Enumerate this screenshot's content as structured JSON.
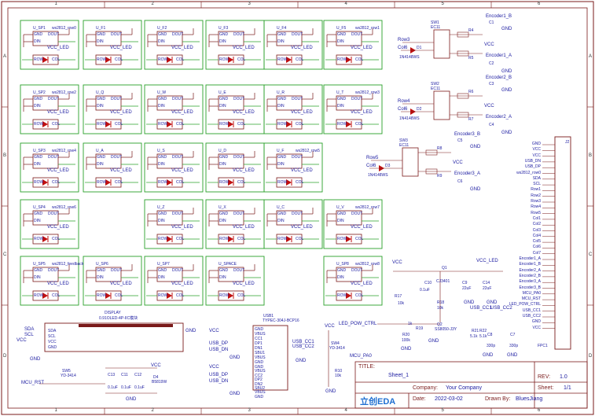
{
  "frame": {
    "columns": [
      "1",
      "2",
      "3",
      "4",
      "5",
      "6"
    ],
    "rows": [
      "A",
      "B",
      "C",
      "D"
    ]
  },
  "keys": [
    {
      "ref": "U_SP1",
      "net": "ws2812_row0"
    },
    {
      "ref": "U_F1",
      "net": ""
    },
    {
      "ref": "U_F2",
      "net": ""
    },
    {
      "ref": "U_F3",
      "net": ""
    },
    {
      "ref": "U_F4",
      "net": ""
    },
    {
      "ref": "U_F5",
      "net": "ws2812_row1"
    },
    {
      "ref": "U_SP2",
      "net": "ws2812_row2"
    },
    {
      "ref": "U_Q",
      "net": ""
    },
    {
      "ref": "U_W",
      "net": ""
    },
    {
      "ref": "U_E",
      "net": ""
    },
    {
      "ref": "U_R",
      "net": ""
    },
    {
      "ref": "U_T",
      "net": "ws2812_row3"
    },
    {
      "ref": "U_SP3",
      "net": "ws2812_row4"
    },
    {
      "ref": "U_A",
      "net": ""
    },
    {
      "ref": "U_S",
      "net": ""
    },
    {
      "ref": "U_D",
      "net": ""
    },
    {
      "ref": "U_F",
      "net": "ws2812_row5"
    },
    {
      "ref": "U_SP4",
      "net": "ws2812_row6"
    },
    {
      "ref": "U_Z",
      "net": ""
    },
    {
      "ref": "U_X",
      "net": ""
    },
    {
      "ref": "U_C",
      "net": ""
    },
    {
      "ref": "U_V",
      "net": "ws2812_row7"
    },
    {
      "ref": "U_SP5",
      "net": "ws2812_feedback"
    },
    {
      "ref": "U_SP6",
      "net": ""
    },
    {
      "ref": "U_SP7",
      "net": ""
    },
    {
      "ref": "U_SPACE",
      "net": ""
    },
    {
      "ref": "U_SP8",
      "net": "ws2812_row8"
    }
  ],
  "key_pins": {
    "gnd": "GND",
    "dout": "DOUT",
    "din": "DIN",
    "vcc": "VCC_LED",
    "row": "ROW",
    "col": "COL"
  },
  "encoders": [
    {
      "ref": "SW1",
      "part": "EC11",
      "diode": "D1",
      "row": "Row3",
      "col": "Col6",
      "a": "Encoder1_A",
      "b": "Encoder1_B",
      "r": [
        "R4",
        "R5"
      ],
      "c": [
        "C1",
        "C2"
      ]
    },
    {
      "ref": "SW2",
      "part": "EC11",
      "diode": "D2",
      "row": "Row4",
      "col": "Col6",
      "a": "Encoder2_A",
      "b": "Encoder2_B",
      "r": [
        "R6",
        "R7"
      ],
      "c": [
        "C3",
        "C4"
      ]
    },
    {
      "ref": "SW3",
      "part": "EC11",
      "diode": "D3",
      "row": "Row5",
      "col": "Col6",
      "a": "Encoder3_A",
      "b": "Encoder3_B",
      "r": [
        "R8",
        "R9"
      ],
      "c": [
        "C5",
        "C6"
      ]
    }
  ],
  "diode_part": "1N4148WS",
  "header": {
    "ref": "J2",
    "ref2": "FPC1",
    "pins": [
      "GND",
      "VCC",
      "VCC",
      "USB_DN",
      "USB_DP",
      "ws2812_row0",
      "SDA",
      "SCL",
      "Row1",
      "Row2",
      "Row3",
      "Row4",
      "Row5",
      "Col1",
      "Col2",
      "Col3",
      "Col4",
      "Col5",
      "Col6",
      "Col7",
      "Encoder1_A",
      "Encoder1_B",
      "Encoder2_A",
      "Encoder2_B",
      "Encoder3_A",
      "Encoder3_B",
      "MCU_PA0",
      "MCU_RST",
      "LED_POW_CTRL",
      "USB_CC1",
      "USB_CC2",
      "GND",
      "VCC"
    ]
  },
  "display": {
    "title": "DISPLAY",
    "part": "0.91OLED-4P-IIC模块",
    "pins": [
      "SDA",
      "SCL",
      "VCC",
      "GND"
    ]
  },
  "usb": {
    "ref": "USB1",
    "part": "TYPEC-304J-BCP16",
    "pins_a": [
      "GND",
      "VBUS",
      "CC1",
      "DP1",
      "DN1",
      "SBU1",
      "VBUS",
      "GND"
    ],
    "pins_b": [
      "GND",
      "VBUS",
      "CC2",
      "DP2",
      "DN2",
      "SBU2",
      "VBUS",
      "GND"
    ],
    "nets": [
      "USB_DP",
      "USB_DN",
      "USB_DP",
      "USB_DN",
      "USB_CC1",
      "USB_CC2"
    ]
  },
  "power": {
    "q1": "Q1",
    "q1_part": "CJ3401",
    "q2": "Q2",
    "q2_part": "SS8050-J3Y",
    "r17": "R17",
    "r17_val": "10k",
    "r18": "R18",
    "r18_val": "10k",
    "r19": "R19",
    "r19_val": "1k",
    "c10": "C10",
    "c10_val": "0.1uF",
    "c9": "C9",
    "c9_val": "22uF",
    "c14": "C14",
    "c14_val": "22uF",
    "ctrl": "LED_POW_CTRL",
    "vcc": "VCC",
    "vcc_led": "VCC_LED"
  },
  "reset": {
    "ref": "SW5",
    "part": "YD-3414",
    "net": "MCU_RST"
  },
  "boot": {
    "ref": "SW4",
    "part": "YD-3414",
    "net": "MCU_PA0",
    "r": "R10",
    "r_val": "10k",
    "r20": "R20",
    "r20_val": "100k"
  },
  "cc": {
    "r21": "R21",
    "r21_val": "5.1k",
    "r22": "R22",
    "r22_val": "5.1k",
    "c7": "C7",
    "c8": "C8",
    "c_val": "330p"
  },
  "caps": {
    "c13": "C13",
    "c11": "C11",
    "c12": "C12",
    "val": "0.1uF",
    "d": "D4",
    "d_part": "B5819W"
  },
  "titleblock": {
    "title_label": "TITLE:",
    "title": "Sheet_1",
    "rev_label": "REV:",
    "rev": "1.0",
    "company_label": "Company:",
    "company": "Your Company",
    "sheet_label": "Sheet:",
    "sheet": "1/1",
    "date_label": "Date:",
    "date": "2022-03-02",
    "drawn_label": "Drawn By:",
    "drawn": "BluesJiang",
    "logo": "立创EDA"
  }
}
